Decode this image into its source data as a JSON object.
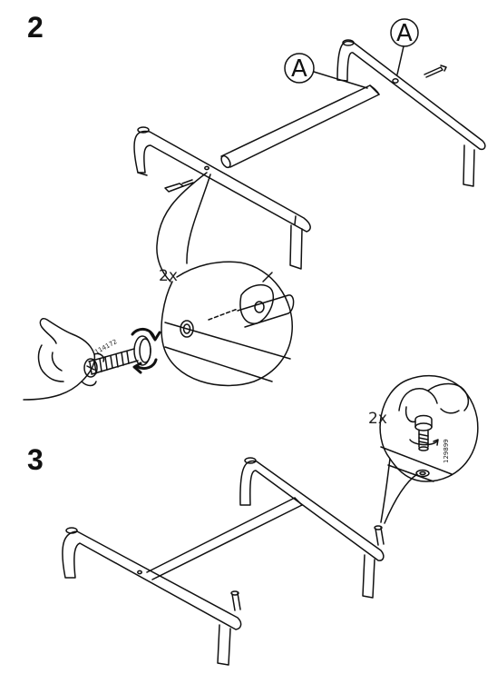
{
  "steps": [
    {
      "number": "2",
      "quantity": "2x",
      "part_label_left": "A",
      "part_label_right": "A",
      "screw_part_number": "114172"
    },
    {
      "number": "3",
      "quantity": "2x",
      "foot_part_number": "129899"
    }
  ],
  "icons": [
    "hand-icon",
    "screw-icon",
    "rotate-arrow-icon",
    "plastic-foot-icon"
  ],
  "colors": {
    "line": "#111111",
    "background": "#ffffff"
  }
}
